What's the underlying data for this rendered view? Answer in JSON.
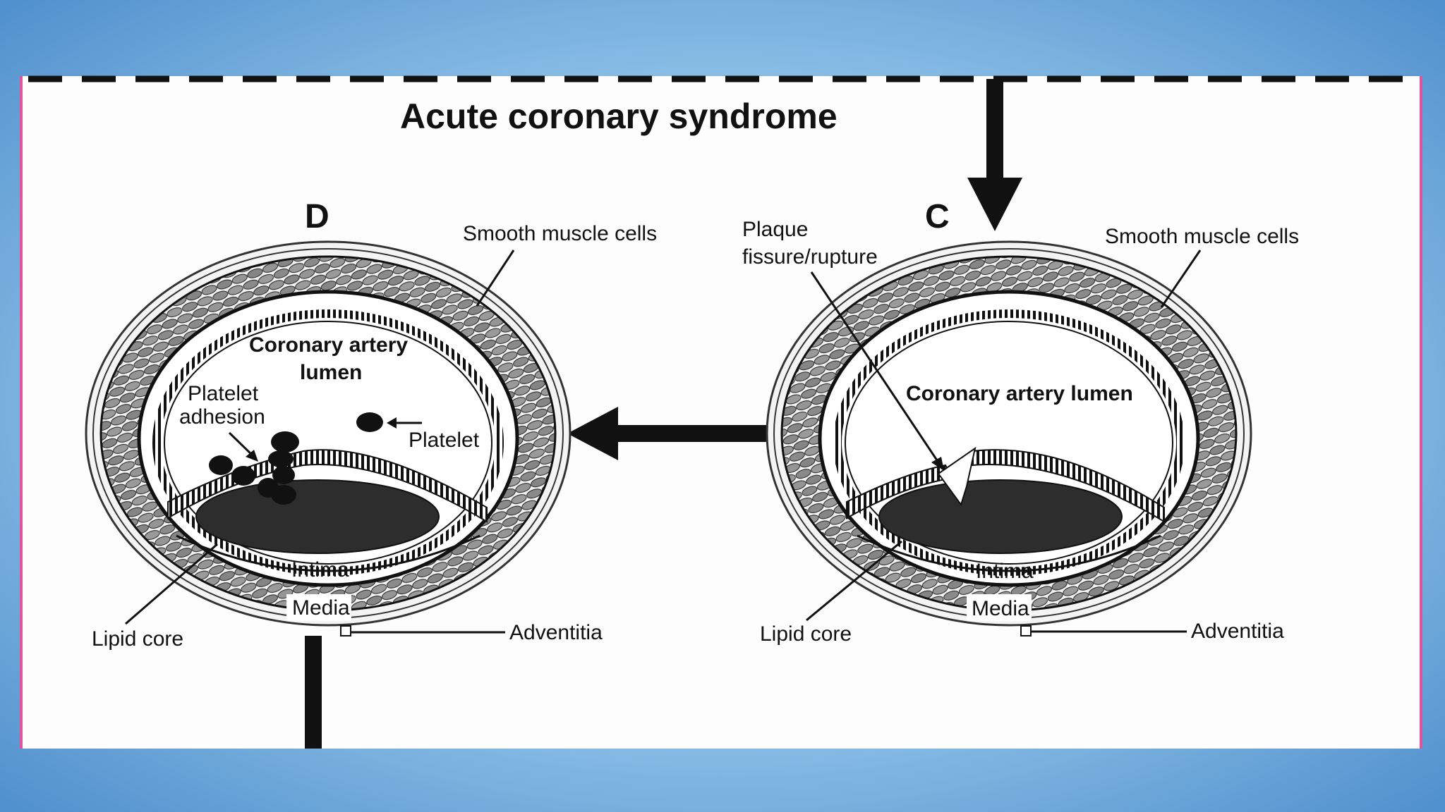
{
  "title": "Acute coronary syndrome",
  "panels": {
    "d": {
      "letter": "D",
      "smooth_muscle": "Smooth muscle cells",
      "lumen_line1": "Coronary artery",
      "lumen_line2": "lumen",
      "platelet_adhesion_line1": "Platelet",
      "platelet_adhesion_line2": "adhesion",
      "platelet": "Platelet",
      "intima": "Intima",
      "media": "Media",
      "lipid_core": "Lipid core",
      "adventitia": "Adventitia"
    },
    "c": {
      "letter": "C",
      "smooth_muscle": "Smooth muscle cells",
      "plaque_line1": "Plaque",
      "plaque_line2": "fissure/rupture",
      "lumen": "Coronary artery lumen",
      "intima": "Intima",
      "media": "Media",
      "lipid_core": "Lipid core",
      "adventitia": "Adventitia"
    }
  },
  "colors": {
    "frame_blue": "#5b9bd5",
    "panel_border": "#e0559b",
    "ink": "#111111",
    "cell_fill": "#8a8a8a"
  }
}
